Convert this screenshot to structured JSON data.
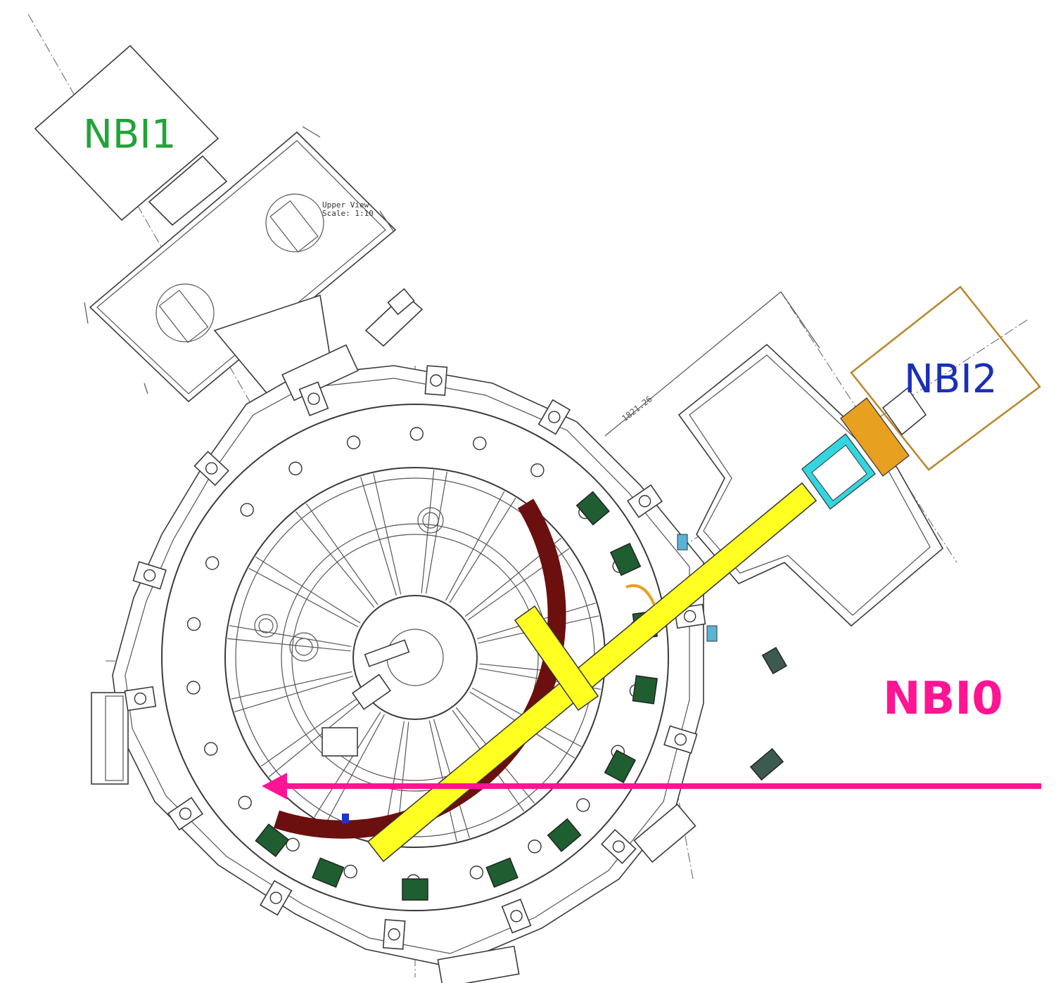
{
  "labels": {
    "nbi1": "NBI1",
    "nbi2": "NBI2",
    "nbi0": "NBI0",
    "view_line1": "Upper View",
    "view_line2": "Scale: 1:10",
    "dimension": "1821.26"
  },
  "colors": {
    "nbi1": "#22a33a",
    "nbi2": "#1a2fb8",
    "nbi0": "#ff1493",
    "nbi2_box": "#b8862b",
    "beam": "#ffff22",
    "coil": "#6b0f0f",
    "coil_block": "#1f5e30",
    "port_cyan": "#33d6e0",
    "flange_orange": "#e8a020",
    "injector_body": "#3d6b5c",
    "arrow": "#ff1493"
  }
}
